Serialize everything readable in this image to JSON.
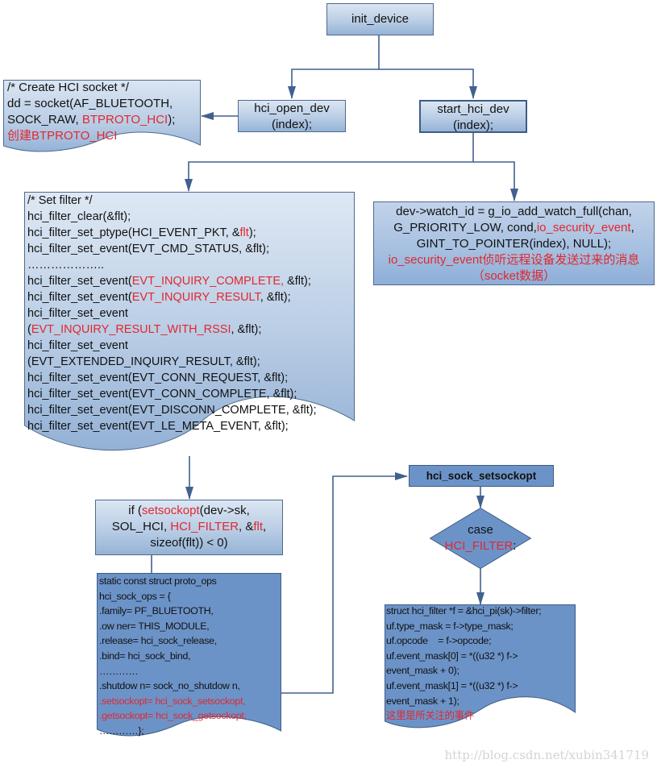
{
  "diagram": {
    "init_device": {
      "label": "init_device"
    },
    "hci_open_dev": {
      "lines": [
        "hci_open_dev",
        "(index);"
      ]
    },
    "start_hci_dev": {
      "lines": [
        "start_hci_dev",
        "(index);"
      ]
    },
    "create_socket": {
      "lines": [
        [
          {
            "t": "/* Create HCI socket */"
          }
        ],
        [
          {
            "t": "dd = socket(AF_BLUETOOTH,"
          }
        ],
        [
          {
            "t": "SOCK_RAW, "
          },
          {
            "t": "BTPROTO_HCI",
            "red": true
          },
          {
            "t": ");"
          }
        ],
        [
          {
            "t": "创建BTPROTO_HCI",
            "red": true
          }
        ]
      ]
    },
    "set_filter": {
      "lines": [
        [
          {
            "t": "/* Set filter */"
          }
        ],
        [
          {
            "t": "hci_filter_clear(&flt);"
          }
        ],
        [
          {
            "t": "hci_filter_set_ptype(HCI_EVENT_PKT, &"
          },
          {
            "t": "flt",
            "red": true
          },
          {
            "t": ");"
          }
        ],
        [
          {
            "t": "hci_filter_set_event(EVT_CMD_STATUS, &flt);"
          }
        ],
        [
          {
            "t": "……………….."
          }
        ],
        [
          {
            "t": "hci_filter_set_event("
          },
          {
            "t": "EVT_INQUIRY_COMPLETE,",
            "red": true
          },
          {
            "t": " &flt);"
          }
        ],
        [
          {
            "t": "hci_filter_set_event("
          },
          {
            "t": "EVT_INQUIRY_RESULT",
            "red": true
          },
          {
            "t": ", &flt);"
          }
        ],
        [
          {
            "t": "hci_filter_set_event"
          }
        ],
        [
          {
            "t": "("
          },
          {
            "t": "EVT_INQUIRY_RESULT_WITH_RSSI",
            "red": true
          },
          {
            "t": ", &flt);"
          }
        ],
        [
          {
            "t": "hci_filter_set_event"
          }
        ],
        [
          {
            "t": "(EVT_EXTENDED_INQUIRY_RESULT, &flt);"
          }
        ],
        [
          {
            "t": "hci_filter_set_event(EVT_CONN_REQUEST, &flt);"
          }
        ],
        [
          {
            "t": "hci_filter_set_event(EVT_CONN_COMPLETE, &flt);"
          }
        ],
        [
          {
            "t": "hci_filter_set_event(EVT_DISCONN_COMPLETE, &flt);"
          }
        ],
        [
          {
            "t": "hci_filter_set_event(EVT_LE_META_EVENT, &flt);"
          }
        ]
      ]
    },
    "watch": {
      "lines": [
        [
          {
            "t": "dev->watch_id = g_io_add_watch_full(chan,"
          }
        ],
        [
          {
            "t": "G_PRIORITY_LOW, cond,"
          },
          {
            "t": "io_security_event",
            "red": true
          },
          {
            "t": ","
          }
        ],
        [
          {
            "t": "GINT_TO_POINTER(index), NULL);"
          }
        ],
        [
          {
            "t": "io_security_event侦听远程设备发送过来的消息",
            "red": true
          }
        ],
        [
          {
            "t": "（socket数据）",
            "red": true
          }
        ]
      ]
    },
    "setsockopt_call": {
      "lines": [
        [
          {
            "t": "if ("
          },
          {
            "t": "setsockopt",
            "red": true
          },
          {
            "t": "(dev->sk,"
          }
        ],
        [
          {
            "t": "SOL_HCI, "
          },
          {
            "t": "HCI_FILTER",
            "red": true
          },
          {
            "t": ", &"
          },
          {
            "t": "flt",
            "red": true
          },
          {
            "t": ","
          }
        ],
        [
          {
            "t": "sizeof(flt)) < 0)"
          }
        ]
      ]
    },
    "proto_ops": {
      "lines": [
        [
          {
            "t": "static const struct proto_ops"
          }
        ],
        [
          {
            "t": "hci_sock_ops = {"
          }
        ],
        [
          {
            "t": ".family= PF_BLUETOOTH,"
          }
        ],
        [
          {
            "t": ".ow ner= THIS_MODULE,"
          }
        ],
        [
          {
            "t": ".release= hci_sock_release,"
          }
        ],
        [
          {
            "t": ".bind= hci_sock_bind,"
          }
        ],
        [
          {
            "t": "…………"
          }
        ],
        [
          {
            "t": ".shutdow n= sock_no_shutdow n,"
          }
        ],
        [
          {
            "t": ".setsockopt= hci_sock_setsockopt,",
            "red": true
          }
        ],
        [
          {
            "t": ".getsockopt= hci_sock_getsockopt,",
            "red": true
          }
        ],
        [
          {
            "t": "…………};"
          }
        ]
      ]
    },
    "hci_sock_setsockopt": {
      "label": "hci_sock_setsockopt"
    },
    "case_decision": {
      "lines": [
        [
          {
            "t": "case"
          }
        ],
        [
          {
            "t": "HCI_FILTER",
            "red": true
          },
          {
            "t": ":"
          }
        ]
      ]
    },
    "filter_struct": {
      "lines": [
        [
          {
            "t": "struct hci_filter *f = &hci_pi(sk)->filter;"
          }
        ],
        [
          {
            "t": "uf.type_mask = f->type_mask;"
          }
        ],
        [
          {
            "t": "uf.opcode    = f->opcode;"
          }
        ],
        [
          {
            "t": "uf.event_mask[0] = *((u32 *) f->"
          }
        ],
        [
          {
            "t": "event_mask + 0);"
          }
        ],
        [
          {
            "t": "uf.event_mask[1] = *((u32 *) f->"
          }
        ],
        [
          {
            "t": "event_mask + 1);"
          }
        ],
        [
          {
            "t": "这里是所关注的事件",
            "red": true
          }
        ]
      ]
    },
    "watermark": "http://blog.csdn.net/xubin341719"
  },
  "colors": {
    "line": "#41618f",
    "accent_red": "#e0282f",
    "box_gradient_top": "#dbe6f3",
    "box_gradient_bottom": "#95b3d7",
    "box_solid": "#6c93c8"
  }
}
